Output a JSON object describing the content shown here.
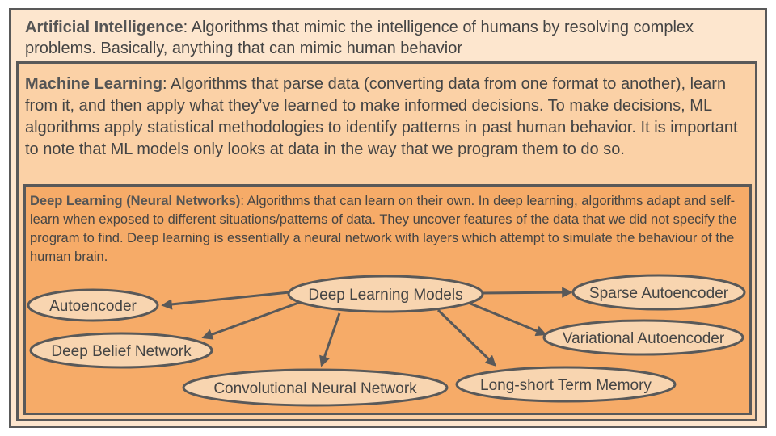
{
  "ai": {
    "title": "Artificial Intelligence",
    "desc": ": Algorithms that mimic the intelligence of humans by resolving complex problems. Basically, anything that can mimic human behavior"
  },
  "ml": {
    "title": "Machine Learning",
    "desc": ": Algorithms that parse data (converting data from one format to another), learn from it, and then apply what they’ve learned to make informed decisions. To make decisions, ML algorithms apply statistical methodologies to identify patterns in past human behavior. It is important to note that ML models only looks at data in the way that we program them to do so."
  },
  "dl": {
    "title": "Deep Learning (Neural Networks)",
    "desc": ": Algorithms that can learn on their own. In deep learning, algorithms adapt and self-learn when exposed to different situations/patterns of data. They uncover features of the data that we did not specify the program to find. Deep learning is essentially a neural network with layers which attempt to simulate the behaviour of the human brain."
  },
  "models": {
    "center": "Deep Learning Models",
    "autoencoder": "Autoencoder",
    "deep_belief": "Deep Belief Network",
    "cnn": "Convolutional Neural Network",
    "lstm": "Long-short Term Memory",
    "variational": "Variational Autoencoder",
    "sparse": "Sparse Autoencoder"
  },
  "colors": {
    "outer_box": "#fde6ce",
    "middle_box": "#fbd1a6",
    "inner_box": "#f6ab68",
    "node_fill": "#f8d5b0",
    "stroke": "#595959"
  }
}
